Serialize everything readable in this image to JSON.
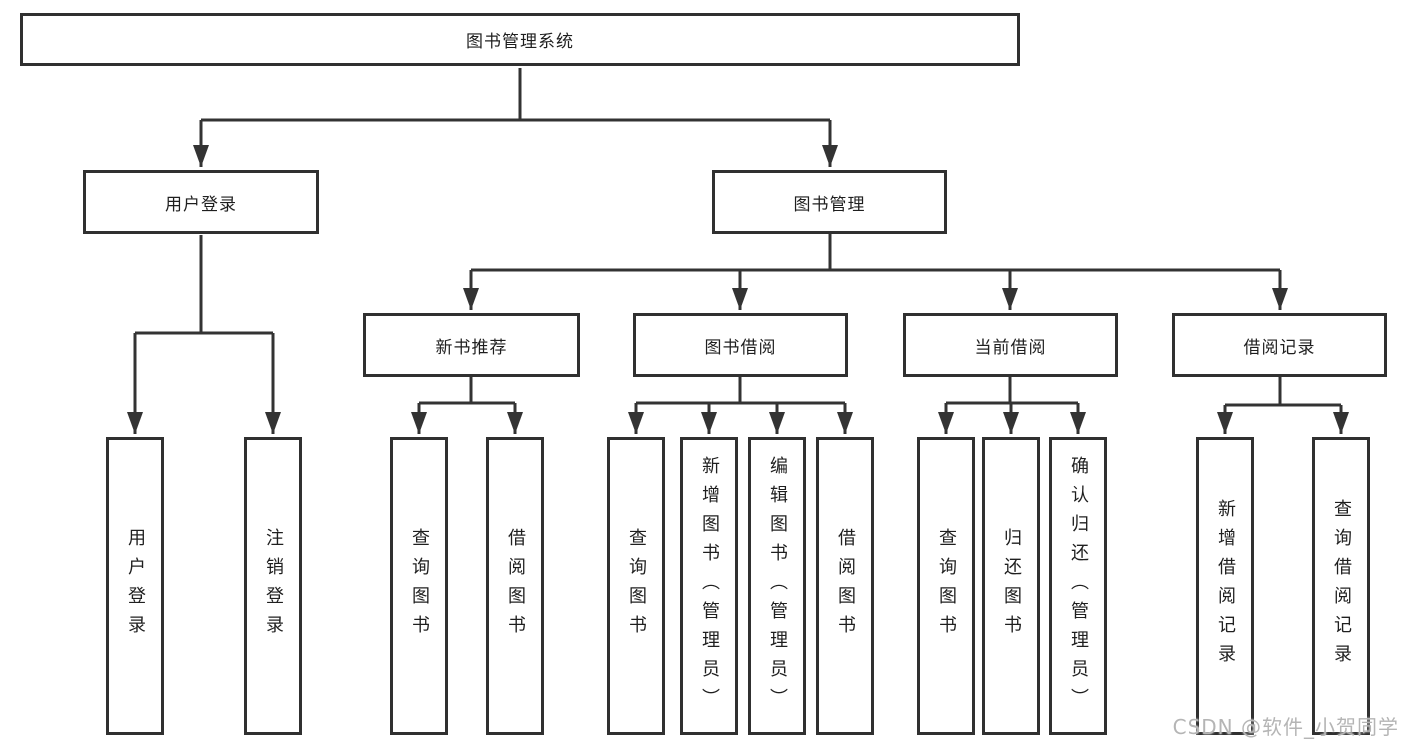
{
  "colors": {
    "line": "#333333",
    "box_border": "#303030",
    "text": "#1f1f1f",
    "background": "#ffffff",
    "watermark": "#b5b5b5"
  },
  "watermark": {
    "text": "CSDN @软件_小贺同学"
  },
  "tree": {
    "root": {
      "label": "图书管理系统"
    },
    "branches": [
      {
        "label": "用户登录",
        "children": [
          {
            "label": "用户登录"
          },
          {
            "label": "注销登录"
          }
        ]
      },
      {
        "label": "图书管理",
        "children": [
          {
            "label": "新书推荐",
            "children": [
              {
                "label": "查询图书"
              },
              {
                "label": "借阅图书"
              }
            ]
          },
          {
            "label": "图书借阅",
            "children": [
              {
                "label": "查询图书"
              },
              {
                "label": "新增图书（管理员）"
              },
              {
                "label": "编辑图书（管理员）"
              },
              {
                "label": "借阅图书"
              }
            ]
          },
          {
            "label": "当前借阅",
            "children": [
              {
                "label": "查询图书"
              },
              {
                "label": "归还图书"
              },
              {
                "label": "确认归还（管理员）"
              }
            ]
          },
          {
            "label": "借阅记录",
            "children": [
              {
                "label": "新增借阅记录"
              },
              {
                "label": "查询借阅记录"
              }
            ]
          }
        ]
      }
    ]
  }
}
